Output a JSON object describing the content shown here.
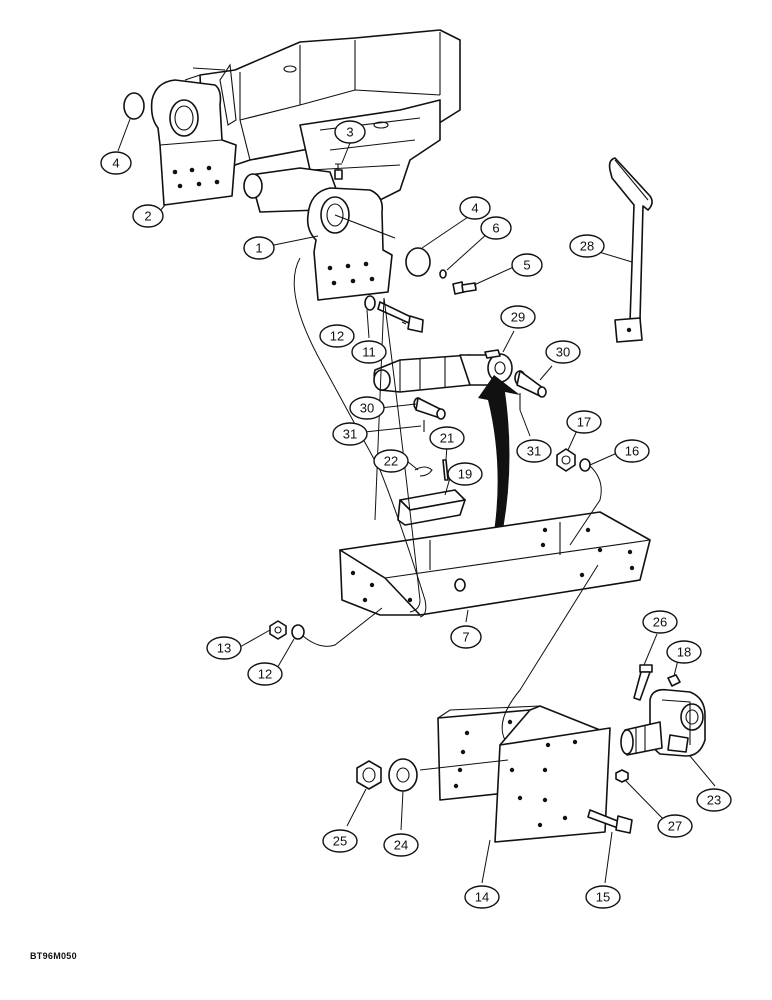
{
  "figure_code": "BT96M050",
  "callouts": [
    {
      "id": "c1",
      "label": "1"
    },
    {
      "id": "c2",
      "label": "2"
    },
    {
      "id": "c3",
      "label": "3"
    },
    {
      "id": "c4a",
      "label": "4"
    },
    {
      "id": "c4b",
      "label": "4"
    },
    {
      "id": "c5",
      "label": "5"
    },
    {
      "id": "c6",
      "label": "6"
    },
    {
      "id": "c7",
      "label": "7"
    },
    {
      "id": "c11",
      "label": "11"
    },
    {
      "id": "c12a",
      "label": "12"
    },
    {
      "id": "c12b",
      "label": "12"
    },
    {
      "id": "c13",
      "label": "13"
    },
    {
      "id": "c14",
      "label": "14"
    },
    {
      "id": "c15",
      "label": "15"
    },
    {
      "id": "c16",
      "label": "16"
    },
    {
      "id": "c17",
      "label": "17"
    },
    {
      "id": "c18",
      "label": "18"
    },
    {
      "id": "c19",
      "label": "19"
    },
    {
      "id": "c21",
      "label": "21"
    },
    {
      "id": "c22",
      "label": "22"
    },
    {
      "id": "c23",
      "label": "23"
    },
    {
      "id": "c24",
      "label": "24"
    },
    {
      "id": "c25",
      "label": "25"
    },
    {
      "id": "c26",
      "label": "26"
    },
    {
      "id": "c27",
      "label": "27"
    },
    {
      "id": "c28",
      "label": "28"
    },
    {
      "id": "c29",
      "label": "29"
    },
    {
      "id": "c30a",
      "label": "30"
    },
    {
      "id": "c30b",
      "label": "30"
    },
    {
      "id": "c31a",
      "label": "31"
    },
    {
      "id": "c31b",
      "label": "31"
    }
  ]
}
